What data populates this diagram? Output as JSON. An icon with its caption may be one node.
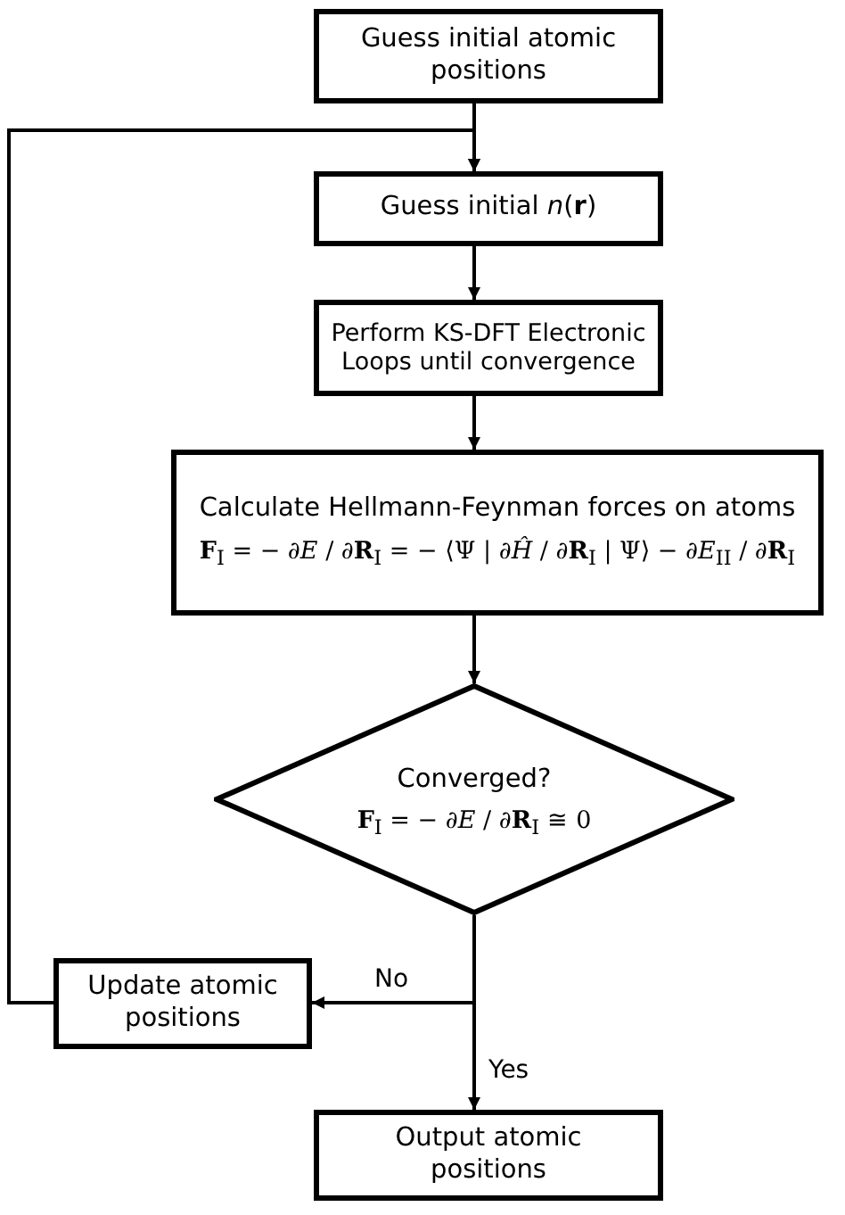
{
  "diagram": {
    "nodes": [
      {
        "text": [
          "Guess initial atomic positions"
        ]
      },
      {
        "text": [
          "Guess initial *n*(**r**)"
        ]
      },
      {
        "text": [
          "Perform KS-DFT Electronic Loops until convergence"
        ]
      },
      {
        "text": [
          "Calculate Hellmann-Feynman forces on atoms",
          "**F**$_{I}$ = − ∂*E* / ∂**R**$_{I}$ = − ⟨Ψ | ∂*Ĥ* / ∂**R**$_{I}$ | Ψ⟩ − ∂*E*$_{II}$ / ∂**R**$_{I}$"
        ]
      },
      {
        "text": [
          "Converged?",
          "**F**$_{I}$ = − ∂*E* / ∂**R**$_{I}$ ≅ 0"
        ]
      },
      {
        "text": [
          "Update atomic positions"
        ]
      },
      {
        "text": [
          "Output atomic positions"
        ]
      }
    ],
    "edges": [
      {
        "from": 0,
        "to": 1,
        "arrow": "to"
      },
      {
        "from": 1,
        "to": 2,
        "arrow": "to"
      },
      {
        "from": 2,
        "to": 3,
        "arrow": "to"
      },
      {
        "from": 3,
        "to": 4,
        "arrow": "to"
      },
      {
        "from": 4,
        "to": 5,
        "arrow": "to",
        "label": "No"
      },
      {
        "from": 4,
        "to": 6,
        "arrow": "to",
        "label": "Yes"
      },
      {
        "from": 5,
        "to": 1,
        "arrow": "to"
      }
    ]
  }
}
